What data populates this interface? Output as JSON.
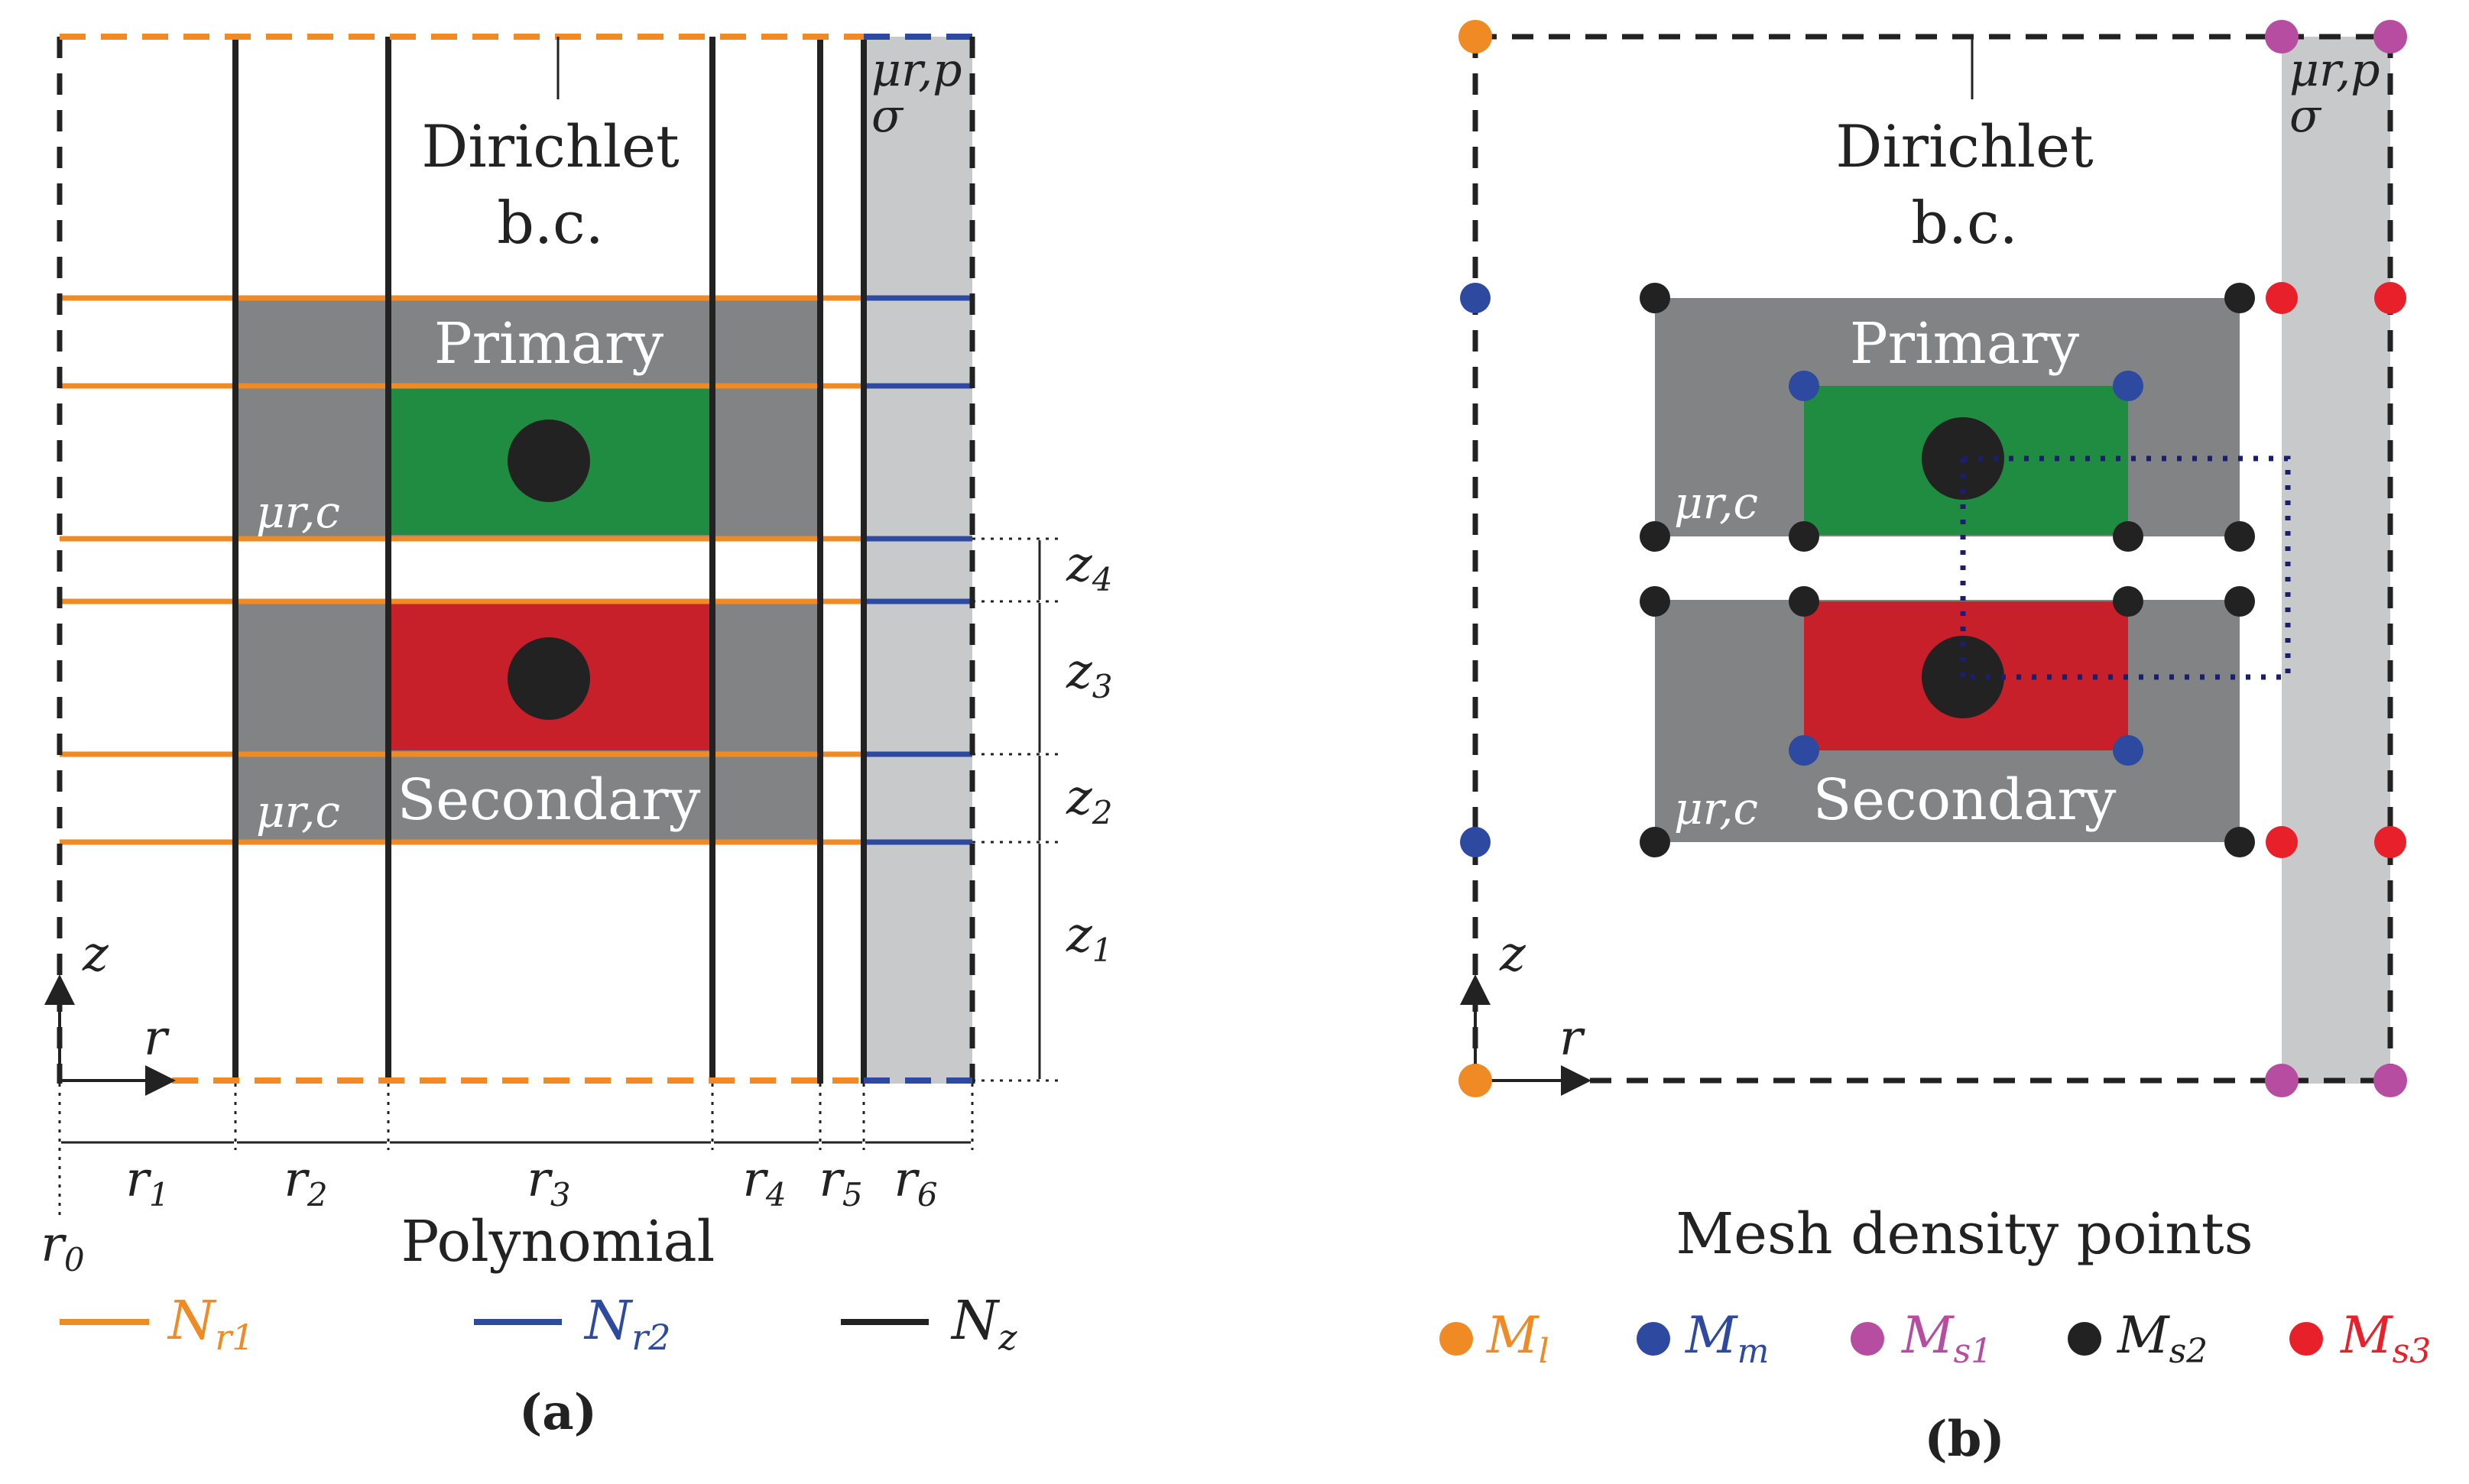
{
  "colors": {
    "orange": "#F08A24",
    "blue": "#2E4AA0",
    "black": "#222222",
    "gray_block": "#828385",
    "light_gray": "#C8C9CB",
    "green": "#1F8C42",
    "red": "#C8202A",
    "purple": "#B74DA0",
    "bright_red": "#E8202A",
    "navy": "#1B1F6B"
  },
  "panel_a": {
    "caption": "(a)",
    "dirichlet_line1": "Dirichlet",
    "dirichlet_line2": "b.c.",
    "mu_rp": "μr,p",
    "sigma": "σ",
    "primary": "Primary",
    "secondary": "Secondary",
    "mu_rc": "μr,c",
    "z_axis": "z",
    "r_axis": "r",
    "polynomial": "Polynomial",
    "r_labels": [
      "r1",
      "r2",
      "r3",
      "r4",
      "r5",
      "r6"
    ],
    "r0": "r0",
    "z_labels": [
      "z4",
      "z3",
      "z2",
      "z1"
    ],
    "legend": [
      {
        "label": "Nr1",
        "color": "#F08A24"
      },
      {
        "label": "Nr2",
        "color": "#2E4AA0"
      },
      {
        "label": "Nz",
        "color": "#222222"
      }
    ]
  },
  "panel_b": {
    "caption": "(b)",
    "dirichlet_line1": "Dirichlet",
    "dirichlet_line2": "b.c.",
    "mu_rp": "μr,p",
    "sigma": "σ",
    "primary": "Primary",
    "secondary": "Secondary",
    "mu_rc": "μr,c",
    "z_axis": "z",
    "r_axis": "r",
    "mesh_title": "Mesh density points",
    "legend": [
      {
        "label": "Ml",
        "color": "#F08A24"
      },
      {
        "label": "Mm",
        "color": "#2E4AA0"
      },
      {
        "label": "Ms1",
        "color": "#B74DA0"
      },
      {
        "label": "Ms2",
        "color": "#222222"
      },
      {
        "label": "Ms3",
        "color": "#E8202A"
      }
    ]
  }
}
